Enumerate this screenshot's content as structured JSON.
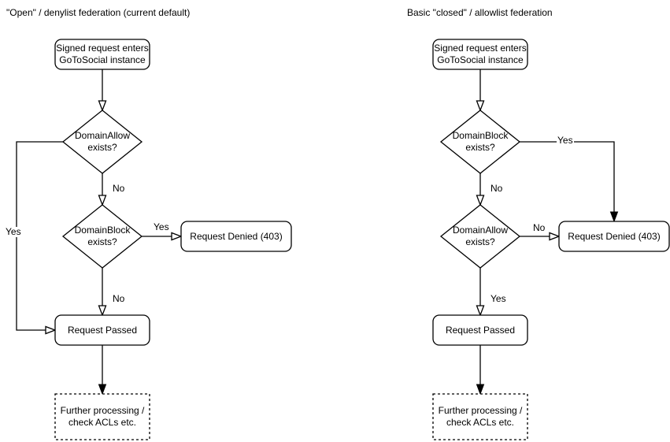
{
  "colors": {
    "stroke": "#000000",
    "background": "#ffffff",
    "text": "#000000"
  },
  "flows": {
    "left": {
      "title": "\"Open\" / denylist federation (current default)",
      "nodes": {
        "entry": "Signed request enters\nGoToSocial instance",
        "decision1": "DomainAllow\nexists?",
        "decision2": "DomainBlock\nexists?",
        "denied": "Request Denied (403)",
        "passed": "Request Passed",
        "further": "Further processing /\ncheck ACLs etc."
      },
      "labels": {
        "decision1_no": "No",
        "decision1_yes": "Yes",
        "decision2_yes": "Yes",
        "decision2_no": "No"
      }
    },
    "right": {
      "title": "Basic \"closed\" / allowlist federation",
      "nodes": {
        "entry": "Signed request enters\nGoToSocial instance",
        "decision1": "DomainBlock\nexists?",
        "decision2": "DomainAllow\nexists?",
        "denied": "Request Denied (403)",
        "passed": "Request Passed",
        "further": "Further processing /\ncheck ACLs etc."
      },
      "labels": {
        "decision1_yes": "Yes",
        "decision1_no": "No",
        "decision2_no": "No",
        "decision2_yes": "Yes"
      }
    }
  }
}
